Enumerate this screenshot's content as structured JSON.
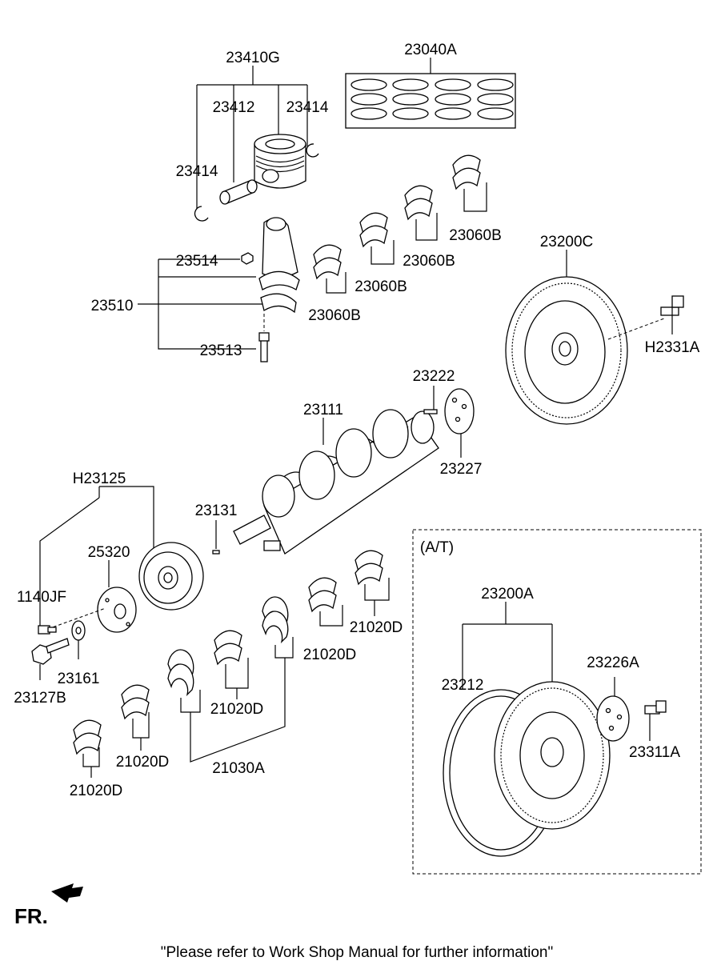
{
  "labels": {
    "piston_assy": "23410G",
    "ring_set": "23040A",
    "pin": "23412",
    "snap_ring_right": "23414",
    "snap_ring_left": "23414",
    "rod_nut": "23514",
    "rod_assy": "23510",
    "rod_bolt": "23513",
    "rod_bearing_1": "23060B",
    "rod_bearing_2": "23060B",
    "rod_bearing_3": "23060B",
    "rod_bearing_4": "23060B",
    "flywheel": "23200C",
    "flywheel_bolt": "H2331A",
    "pin_dowel": "23222",
    "crankshaft": "23111",
    "plate": "23227",
    "key": "23131",
    "pulley": "H23125",
    "damper_hub": "25320",
    "bolt_small": "1140JF",
    "washer": "23161",
    "bolt_large": "23127B",
    "main_bearing_1": "21020D",
    "main_bearing_2": "21020D",
    "main_bearing_3": "21020D",
    "main_bearing_4": "21020D",
    "main_bearing_5": "21020D",
    "thrust_bearing": "21030A",
    "at_section": "(A/T)",
    "drive_plate": "23200A",
    "ring_gear": "23212",
    "adapter_plate": "23226A",
    "drive_plate_bolt": "23311A"
  },
  "fr_label": "FR.",
  "footer_note": "\"Please refer to Work Shop Manual for further information\"",
  "icons": {
    "fr_arrow": "front-direction-arrow-icon"
  }
}
